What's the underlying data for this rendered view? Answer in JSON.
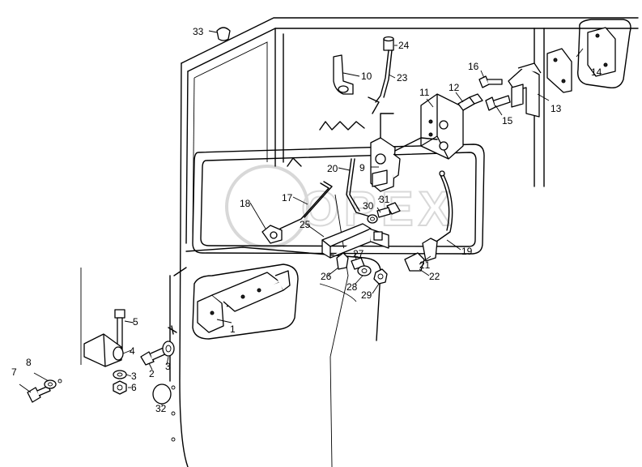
{
  "diagram": {
    "watermark": "OPEX",
    "callouts": [
      {
        "id": "c1",
        "text": "1"
      },
      {
        "id": "c2",
        "text": "2"
      },
      {
        "id": "c3a",
        "text": "3"
      },
      {
        "id": "c3b",
        "text": "3"
      },
      {
        "id": "c4",
        "text": "4"
      },
      {
        "id": "c5",
        "text": "5"
      },
      {
        "id": "c6",
        "text": "6"
      },
      {
        "id": "c7",
        "text": "7"
      },
      {
        "id": "c8",
        "text": "8"
      },
      {
        "id": "c9",
        "text": "9"
      },
      {
        "id": "c10",
        "text": "10"
      },
      {
        "id": "c11",
        "text": "11"
      },
      {
        "id": "c12",
        "text": "12"
      },
      {
        "id": "c13",
        "text": "13"
      },
      {
        "id": "c14",
        "text": "14"
      },
      {
        "id": "c15",
        "text": "15"
      },
      {
        "id": "c16",
        "text": "16"
      },
      {
        "id": "c17",
        "text": "17"
      },
      {
        "id": "c18",
        "text": "18"
      },
      {
        "id": "c19",
        "text": "19"
      },
      {
        "id": "c20",
        "text": "20"
      },
      {
        "id": "c21",
        "text": "21"
      },
      {
        "id": "c22",
        "text": "22"
      },
      {
        "id": "c23",
        "text": "23"
      },
      {
        "id": "c24",
        "text": "24"
      },
      {
        "id": "c25",
        "text": "25"
      },
      {
        "id": "c26",
        "text": "26"
      },
      {
        "id": "c27",
        "text": "27"
      },
      {
        "id": "c28",
        "text": "28"
      },
      {
        "id": "c29",
        "text": "29"
      },
      {
        "id": "c30",
        "text": "30"
      },
      {
        "id": "c31",
        "text": "31"
      },
      {
        "id": "c32",
        "text": "32"
      },
      {
        "id": "c33",
        "text": "33"
      }
    ]
  }
}
